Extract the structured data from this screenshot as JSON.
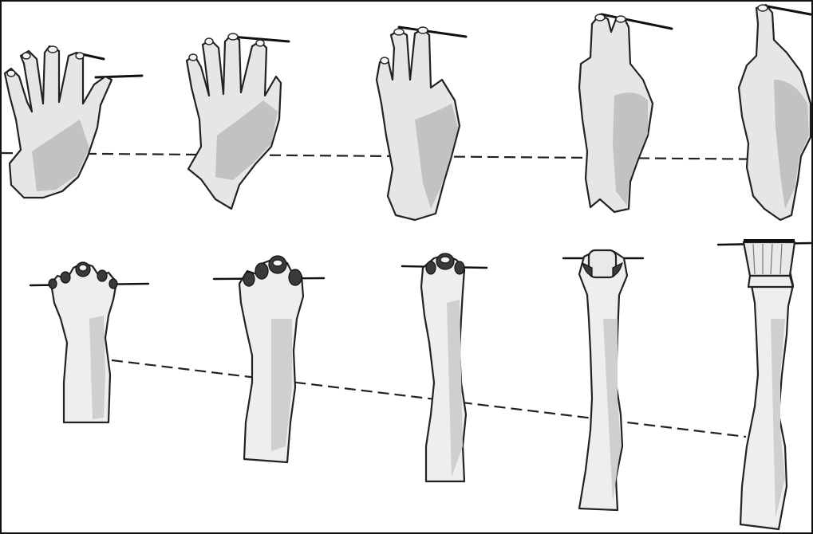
{
  "figure": {
    "description_name": "limb-reduction-plate",
    "colors": {
      "ink": "#111111",
      "paper": "#ffffff",
      "skin": "#e7e6e6",
      "shade": "#b9b9b9"
    },
    "rows": [
      {
        "name": "human-hand-row",
        "panels": 5
      },
      {
        "name": "animal-foot-row",
        "panels": 5
      }
    ]
  }
}
